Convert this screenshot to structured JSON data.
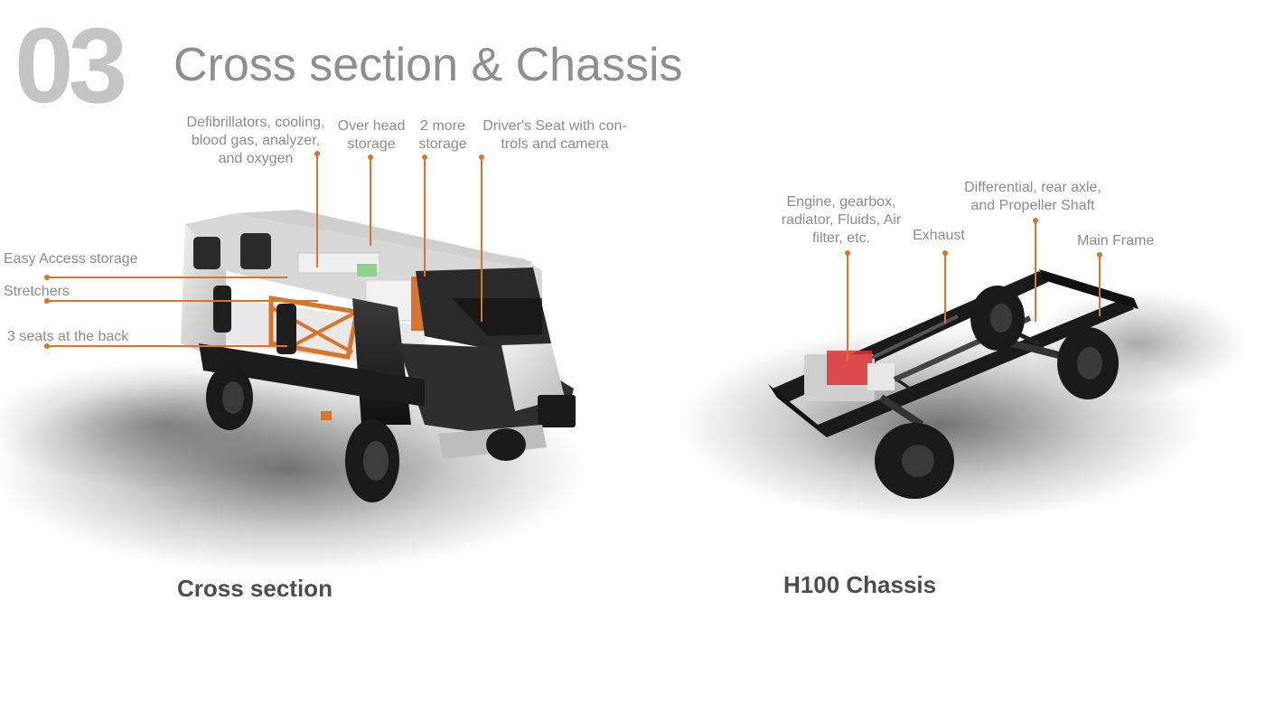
{
  "header": {
    "section_number": "03",
    "title": "Cross section & Chassis"
  },
  "cross_section": {
    "caption": "Cross section",
    "callouts_top": [
      "Defibrillators, cooling, blood gas, analyzer, and oxygen",
      "Over head storage",
      "2 more storage",
      "Driver's Seat with con- trols and camera"
    ],
    "callouts_left": [
      "Easy Access storage",
      "Stretchers",
      "3 seats at the back"
    ]
  },
  "chassis": {
    "caption": "H100 Chassis",
    "callouts": [
      "Engine, gearbox, radiator, Fluids, Air filter, etc.",
      "Exhaust",
      "Differential, rear axle, and Propeller Shaft",
      "Main Frame"
    ]
  },
  "colors": {
    "accent": "#d9742b",
    "heading": "#8f8f8f",
    "section_number": "#c4c4c4",
    "caption": "#4d4d4d"
  }
}
